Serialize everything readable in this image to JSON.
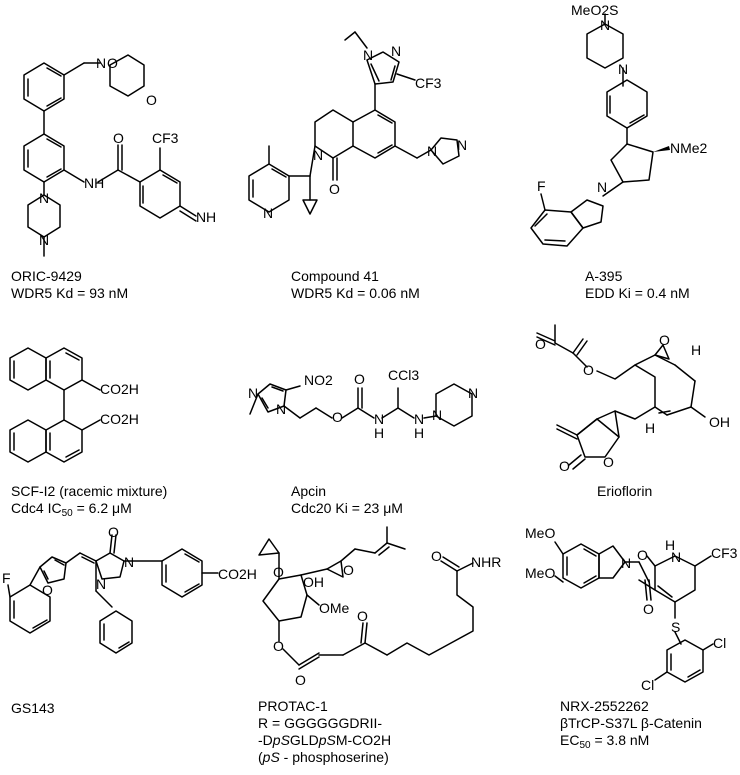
{
  "compounds": [
    {
      "name": "ORIC-9429",
      "line2": "WDR5 Kd = 93 nM",
      "atoms": {
        "cf3": "CF3",
        "nh": "NH",
        "nh_ring": "N",
        "h": "H",
        "o1": "O",
        "o2": "O",
        "o3": "O",
        "n1": "N",
        "n2": "N",
        "n3": "N"
      }
    },
    {
      "name": "Compound 41",
      "line2": "WDR5 Kd = 0.06 nM",
      "atoms": {
        "n1": "N",
        "n2": "N",
        "cf3": "CF3",
        "n3": "N",
        "n4": "N",
        "n5": "N",
        "n6": "N",
        "o": "O"
      }
    },
    {
      "name": "A-395",
      "line2": "EDD Ki = 0.4 nM",
      "atoms": {
        "meso2": "MeO2S",
        "n1": "N",
        "n2": "N",
        "nme2": "NMe2",
        "f": "F",
        "n3": "N"
      }
    },
    {
      "name": "SCF-I2 (racemic mixture)",
      "line2_pre": "Cdc4 IC",
      "line2_sub": "50",
      "line2_post": " = 6.2 μM",
      "atoms": {
        "co2h1": "CO2H",
        "co2h2": "CO2H"
      }
    },
    {
      "name": "Apcin",
      "line2": "Cdc20 Ki = 23 μM",
      "atoms": {
        "no2": "NO2",
        "ccl3": "CCl3",
        "n1": "N",
        "n2": "N",
        "o1": "O",
        "o2": "O",
        "nh1": "N",
        "nh2": "N",
        "h1": "H",
        "h2": "H",
        "n3": "N",
        "n4": "N"
      }
    },
    {
      "name": "Erioflorin",
      "atoms": {
        "o1": "O",
        "o2": "O",
        "o3": "O",
        "o4": "O",
        "o5": "O",
        "h1": "H",
        "h2": "H",
        "oh": "OH"
      }
    },
    {
      "name": "GS143",
      "atoms": {
        "f": "F",
        "o1": "O",
        "o2": "O",
        "n1": "N",
        "n2": "N",
        "co2h": "CO2H"
      }
    },
    {
      "name": "PROTAC-1",
      "line2": "R = GGGGGGDRII-",
      "line3_pre": "-D",
      "line3_ps1": "pS",
      "line3_mid": "GLD",
      "line3_ps2": "pS",
      "line3_post": "M-CO2H",
      "line4_pre": "(",
      "line4_ps": "pS",
      "line4_post": " - phosphoserine)",
      "atoms": {
        "o1": "O",
        "oh": "OH",
        "o2": "O",
        "nhr": "NHR",
        "ome": "OMe",
        "o3": "O",
        "o4": "O",
        "o5": "O",
        "o6": "O"
      }
    },
    {
      "name": "NRX-2552262",
      "line2": "βTrCP-S37L β-Catenin",
      "line3_pre": "EC",
      "line3_sub": "50",
      "line3_post": " = 3.8 nM",
      "atoms": {
        "meo1": "MeO",
        "meo2": "MeO",
        "h": "H",
        "n1": "N",
        "cf3": "CF3",
        "o1": "O",
        "n2": "N",
        "o2": "O",
        "s": "S",
        "cl1": "Cl",
        "cl2": "Cl"
      }
    }
  ]
}
